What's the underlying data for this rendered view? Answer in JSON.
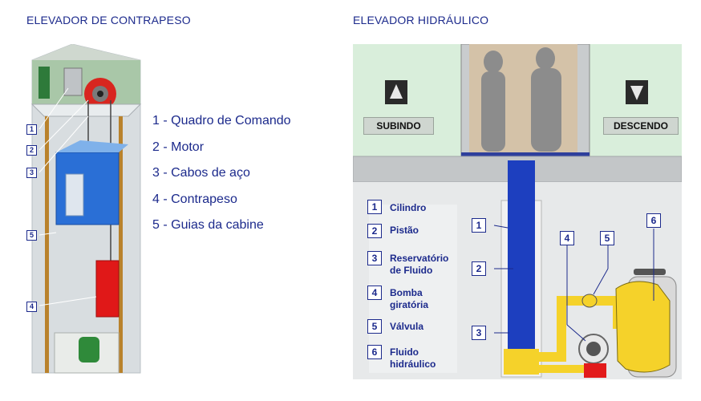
{
  "titles": {
    "left": "ELEVADOR DE CONTRAPESO",
    "right": "ELEVADOR HIDRÁULICO"
  },
  "left_legend": [
    "1 - Quadro de Comando",
    "2 - Motor",
    "3 - Cabos de aço",
    "4 - Contrapeso",
    "5 - Guias da cabine"
  ],
  "left_callouts": [
    "1",
    "2",
    "3",
    "5",
    "4"
  ],
  "right_signs": {
    "up": "SUBINDO",
    "down": "DESCENDO"
  },
  "right_legend": [
    {
      "num": "1",
      "text": "Cilindro"
    },
    {
      "num": "2",
      "text": "Pistão"
    },
    {
      "num": "3",
      "text": "Reservatório de Fluido"
    },
    {
      "num": "4",
      "text": "Bomba giratória"
    },
    {
      "num": "5",
      "text": "Válvula"
    },
    {
      "num": "6",
      "text": "Fluido hidráulico"
    }
  ],
  "right_callouts": [
    "1",
    "2",
    "3",
    "4",
    "5",
    "6"
  ],
  "colors": {
    "title": "#1c2a8c",
    "cabin_blue": "#2a6fd6",
    "counterweight_red": "#e01818",
    "piston_blue": "#1d3fbf",
    "fluid_yellow": "#f5d22a",
    "wall_green": "#d9eedb"
  }
}
